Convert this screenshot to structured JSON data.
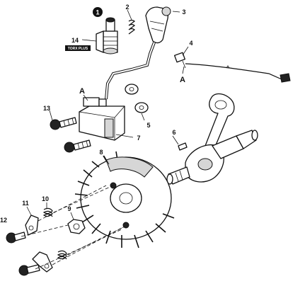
{
  "labels": {
    "l1": "1",
    "l2": "2",
    "l3": "3",
    "l4": "4",
    "l5": "5",
    "l6": "6",
    "l7": "7",
    "l8": "8",
    "l9": "9",
    "l10": "10",
    "l11": "11",
    "l12": "12",
    "l13": "13",
    "l14": "14"
  },
  "markers": {
    "a_top": "A",
    "a_wire": "A"
  },
  "logo_text": "TORX PLUS"
}
